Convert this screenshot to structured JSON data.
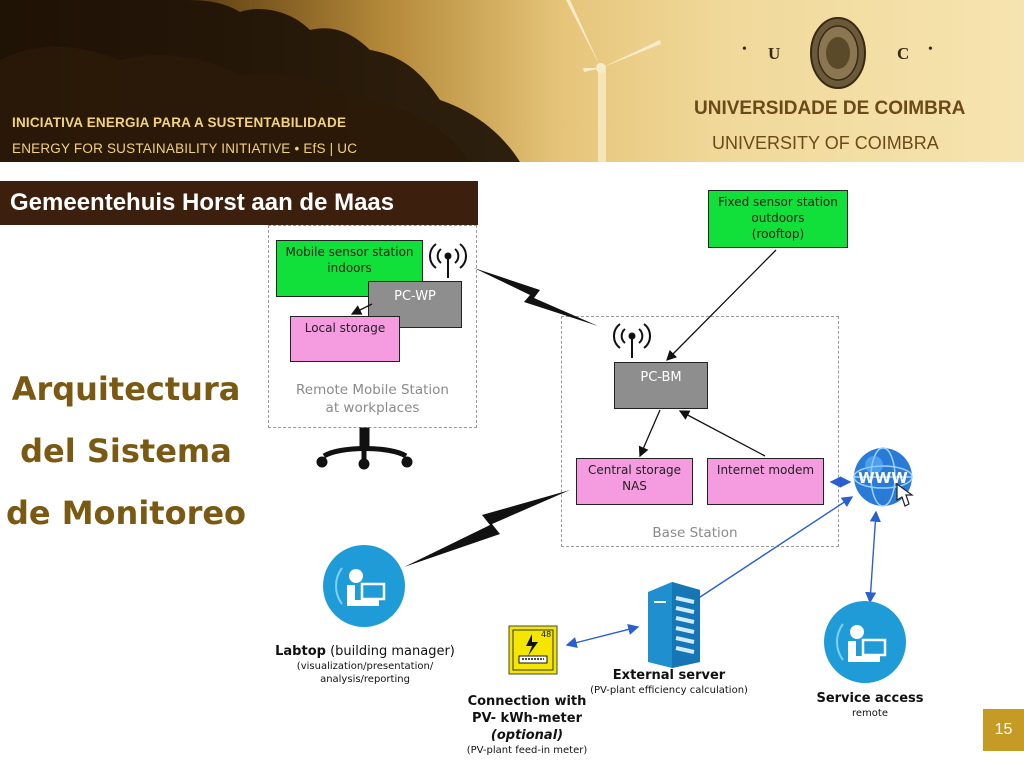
{
  "header": {
    "initiative_pt": "INICIATIVA ENERGIA  PARA  A  SUSTENTABILIDADE",
    "initiative_en": "ENERGY  FOR  SUSTAINABILITY  INITIATIVE •    EfS | UC",
    "university_pt": "UNIVERSIDADE  DE  COIMBRA",
    "university_en": "UNIVERSITY  OF  COIMBRA",
    "seal_left": "U",
    "seal_right": "C",
    "seal_dot": "•"
  },
  "location_title": "Gemeentehuis Horst aan de Maas",
  "slide_title": [
    "Arquitectura",
    "del Sistema",
    "de Monitoreo"
  ],
  "diagram": {
    "remote_station": {
      "label_line1": "Remote Mobile Station",
      "label_line2": "at workplaces",
      "mobile_sensor_line1": "Mobile sensor station",
      "mobile_sensor_line2": "indoors",
      "pc_wp": "PC-WP",
      "local_storage": "Local storage"
    },
    "fixed_sensor": {
      "line1": "Fixed sensor station",
      "line2": "outdoors",
      "line3": "(rooftop)"
    },
    "base_station": {
      "label": "Base Station",
      "pc_bm": "PC-BM",
      "central_storage_line1": "Central storage",
      "central_storage_line2": "NAS",
      "internet_modem": "Internet modem"
    },
    "laptop": {
      "title_bold": "Labtop",
      "title_rest": " (building manager)",
      "sub1": "(visualization/presentation/",
      "sub2": "analysis/reporting"
    },
    "kwh_meter": {
      "line1": "Connection with",
      "line2": "PV- kWh-meter",
      "line3": "(optional)",
      "sub": "(PV-plant feed-in meter)",
      "device_label": "48"
    },
    "external_server": {
      "title": "External server",
      "sub": "(PV-plant efficiency calculation)"
    },
    "service_access": {
      "title": "Service access",
      "sub": "remote"
    },
    "www_label": "WWW"
  },
  "page_number": "15",
  "colors": {
    "header_gold": "#f3d27a",
    "title_brown": "#7a5a12",
    "location_bg": "#3d1f0d",
    "node_green": "#12e03a",
    "node_pink": "#f59be0",
    "node_gray": "#8e8e8e",
    "icon_blue": "#1f9bd8",
    "arrow_blue": "#2a5fd0",
    "page_badge": "#c59a25"
  },
  "icons": [
    "university-seal-icon",
    "wind-turbine-icon",
    "wifi-antenna-icon",
    "office-chair-icon",
    "lightning-link-icon",
    "laptop-user-icon",
    "server-icon",
    "kwh-meter-icon",
    "globe-www-icon",
    "cursor-hand-icon"
  ]
}
